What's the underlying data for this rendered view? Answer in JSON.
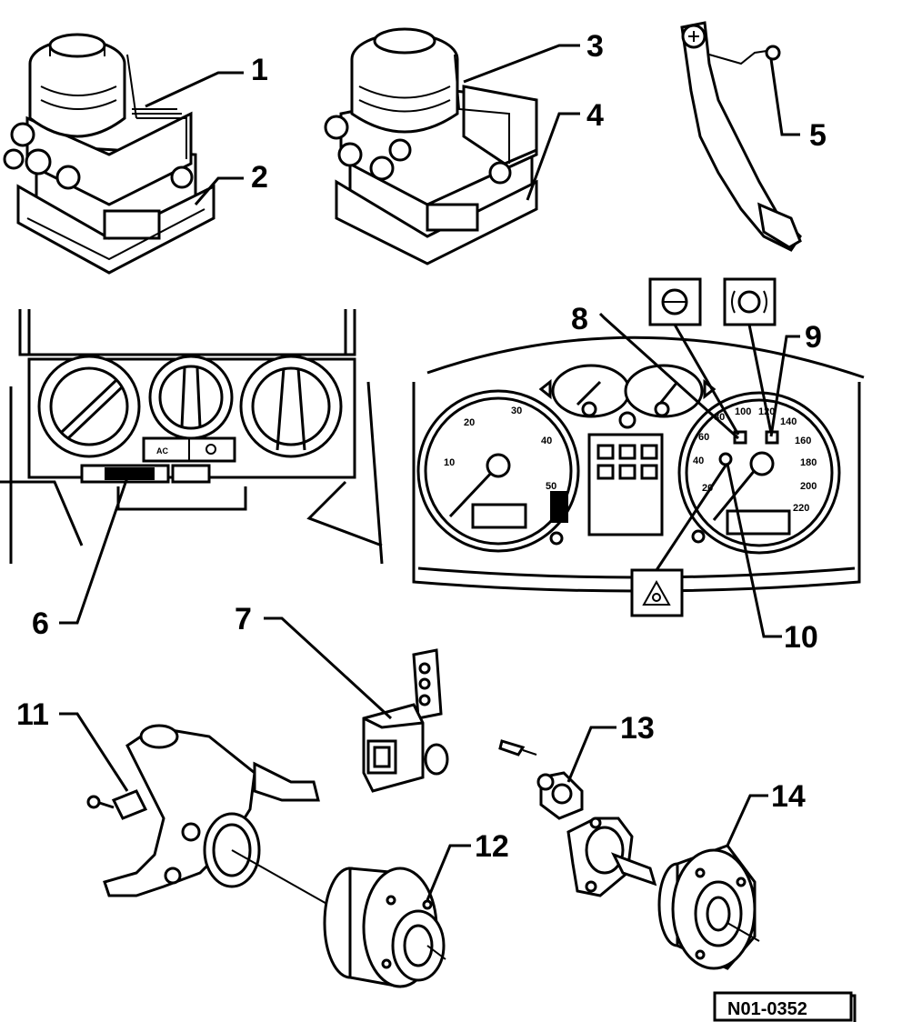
{
  "callouts": [
    "1",
    "2",
    "3",
    "4",
    "5",
    "6",
    "7",
    "8",
    "9",
    "10",
    "11",
    "12",
    "13",
    "14"
  ],
  "speedometer_ticks": [
    "20",
    "40",
    "60",
    "80",
    "100",
    "120",
    "140",
    "160",
    "180",
    "200",
    "220"
  ],
  "tachometer_ticks": [
    "10",
    "20",
    "30",
    "40",
    "50"
  ],
  "climate_buttons": [
    "AC"
  ],
  "reference_code": "N01-0352"
}
